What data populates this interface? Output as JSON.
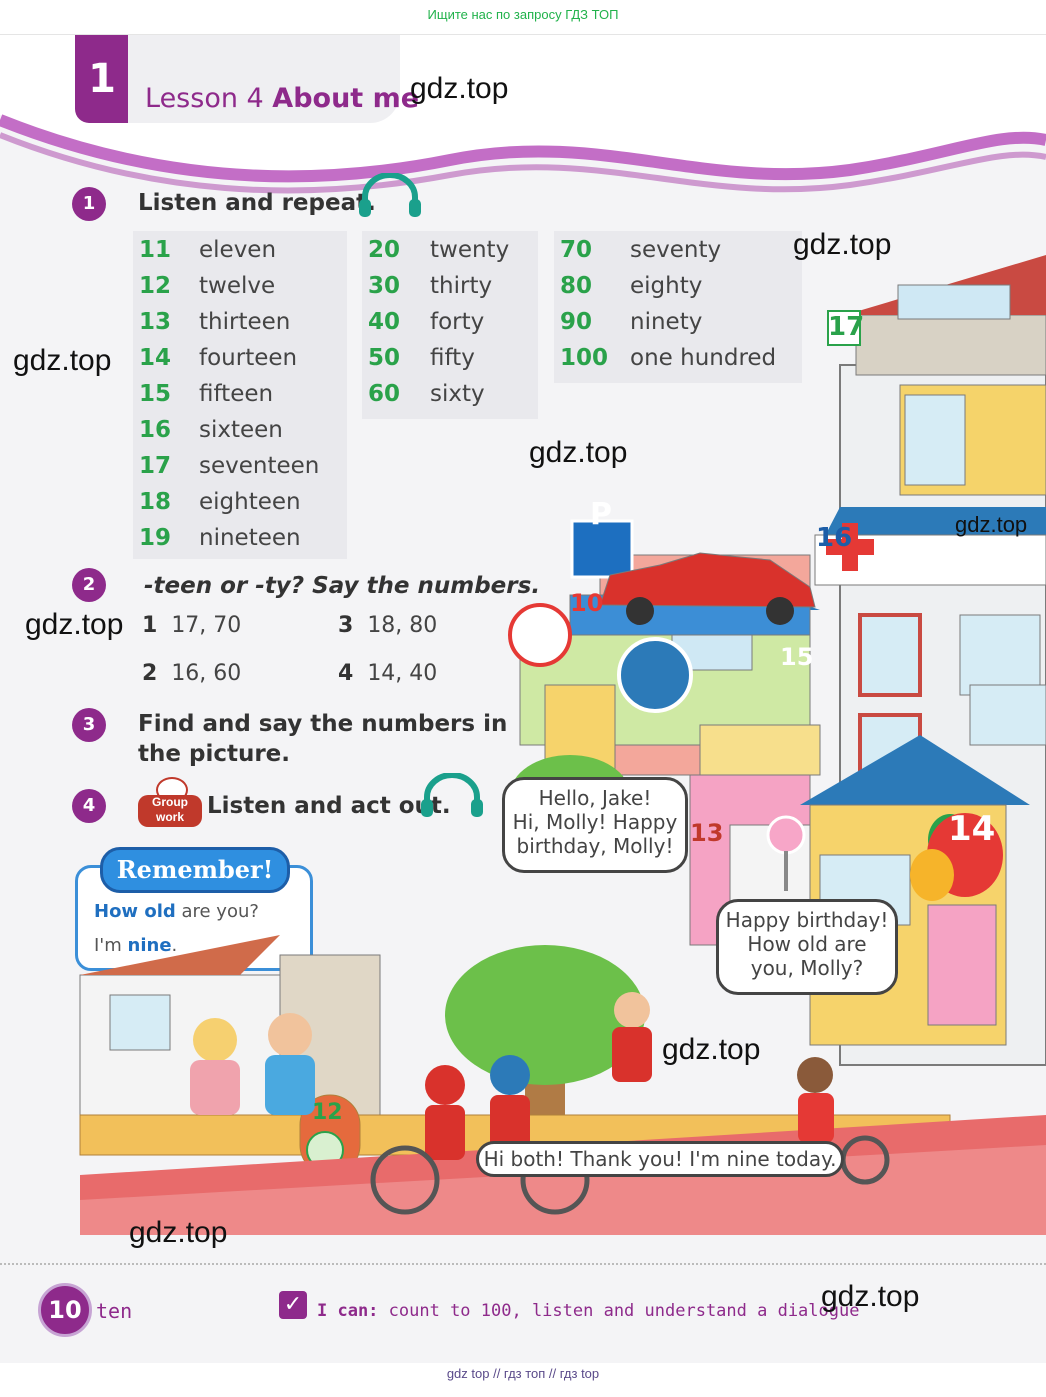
{
  "top_banner": "Ищите нас по запросу ГДЗ ТОП",
  "header": {
    "unit_number": "1",
    "lesson_prefix": "Lesson 4 ",
    "lesson_title": "About me"
  },
  "watermark": "gdz.top",
  "exercise1": {
    "number": "1",
    "instruction": "Listen and repeat.",
    "column1": [
      {
        "num": "11",
        "word": "eleven"
      },
      {
        "num": "12",
        "word": "twelve"
      },
      {
        "num": "13",
        "word": "thirteen"
      },
      {
        "num": "14",
        "word": "fourteen"
      },
      {
        "num": "15",
        "word": "fifteen"
      },
      {
        "num": "16",
        "word": "sixteen"
      },
      {
        "num": "17",
        "word": "seventeen"
      },
      {
        "num": "18",
        "word": "eighteen"
      },
      {
        "num": "19",
        "word": "nineteen"
      }
    ],
    "column2": [
      {
        "num": "20",
        "word": "twenty"
      },
      {
        "num": "30",
        "word": "thirty"
      },
      {
        "num": "40",
        "word": "forty"
      },
      {
        "num": "50",
        "word": "fifty"
      },
      {
        "num": "60",
        "word": "sixty"
      }
    ],
    "column3": [
      {
        "num": "70",
        "word": "seventy"
      },
      {
        "num": "80",
        "word": "eighty"
      },
      {
        "num": "90",
        "word": "ninety"
      },
      {
        "num": "100",
        "word": "one hundred"
      }
    ]
  },
  "exercise2": {
    "number": "2",
    "instruction": "-teen or -ty? Say the numbers.",
    "items": [
      {
        "n": "1",
        "text": "17, 70"
      },
      {
        "n": "3",
        "text": "18, 80"
      },
      {
        "n": "2",
        "text": "16, 60"
      },
      {
        "n": "4",
        "text": "14, 40"
      }
    ]
  },
  "exercise3": {
    "number": "3",
    "line1": "Find and say the numbers in",
    "line2": "the picture."
  },
  "exercise4": {
    "number": "4",
    "group_label": "Group work",
    "instruction": "Listen and act out."
  },
  "remember": {
    "title": "Remember!",
    "q_highlight": "How old",
    "q_rest": " are you?",
    "a_start": "I'm ",
    "a_highlight": "nine",
    "a_end": "."
  },
  "picture": {
    "signs": [
      "17",
      "P",
      "16",
      "10",
      "15",
      "13",
      "14",
      "12"
    ],
    "bubble1": [
      "Hello, Jake!",
      "Hi, Molly! Happy",
      "birthday, Molly!"
    ],
    "bubble2": [
      "Happy birthday!",
      "How old are",
      "you, Molly?"
    ],
    "bubble3": "Hi both! Thank you! I'm nine today."
  },
  "footer": {
    "page_number": "10",
    "page_word": "ten",
    "can_label": "I can:",
    "can_text": " count to 100, listen and understand a dialogue"
  },
  "bottom_links": "gdz top  //  гдз топ  //  гдз top",
  "colors": {
    "purple": "#8e2a8b",
    "green_numbers": "#2aa24a",
    "blue": "#2f8fe0"
  }
}
